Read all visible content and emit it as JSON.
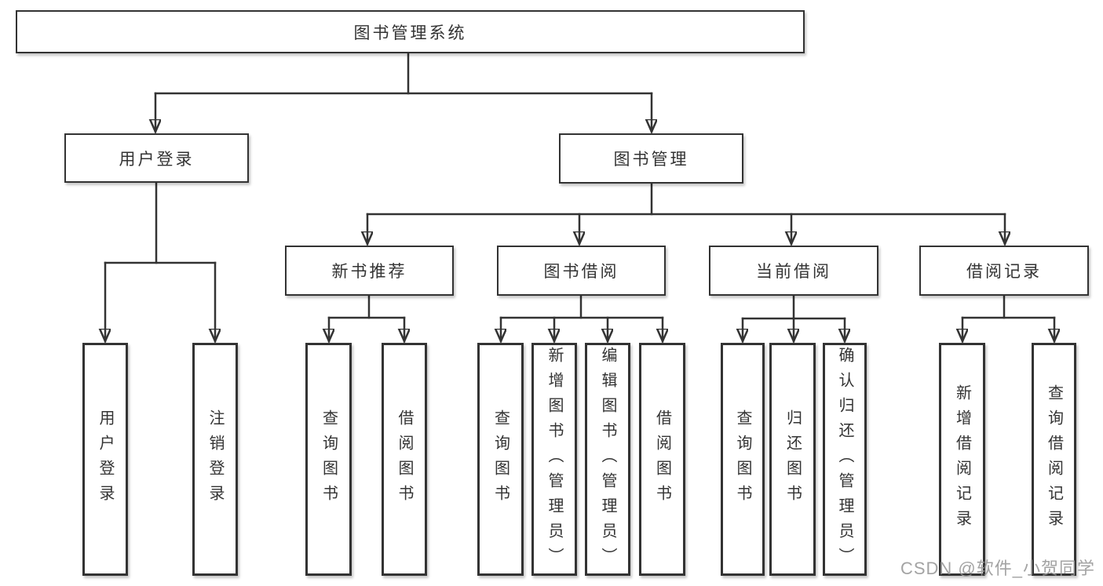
{
  "nodes": {
    "root": "图书管理系统",
    "user_login": "用户登录",
    "book_management": "图书管理",
    "new_book_recommend": "新书推荐",
    "book_borrowing": "图书借阅",
    "current_borrowing": "当前借阅",
    "borrowing_records": "借阅记录",
    "user_login_leaf": "用户登录",
    "logout_leaf": "注销登录",
    "recommend_query_books": "查询图书",
    "recommend_borrow_books": "借阅图书",
    "borrowing_query_books": "查询图书",
    "borrowing_add_books": "新增图书（管理员）",
    "borrowing_edit_books": "编辑图书（管理员）",
    "borrowing_borrow_books": "借阅图书",
    "current_query_books": "查询图书",
    "current_return_books": "归还图书",
    "current_confirm_return": "确认归还（管理员）",
    "records_add_record": "新增借阅记录",
    "records_query_record": "查询借阅记录"
  },
  "watermark": "CSDN @软件_小贺同学",
  "colors": {
    "line": "#333333",
    "text": "#333333",
    "box_background": "#ffffff",
    "page_background": "#ffffff",
    "watermark": "#969696"
  }
}
